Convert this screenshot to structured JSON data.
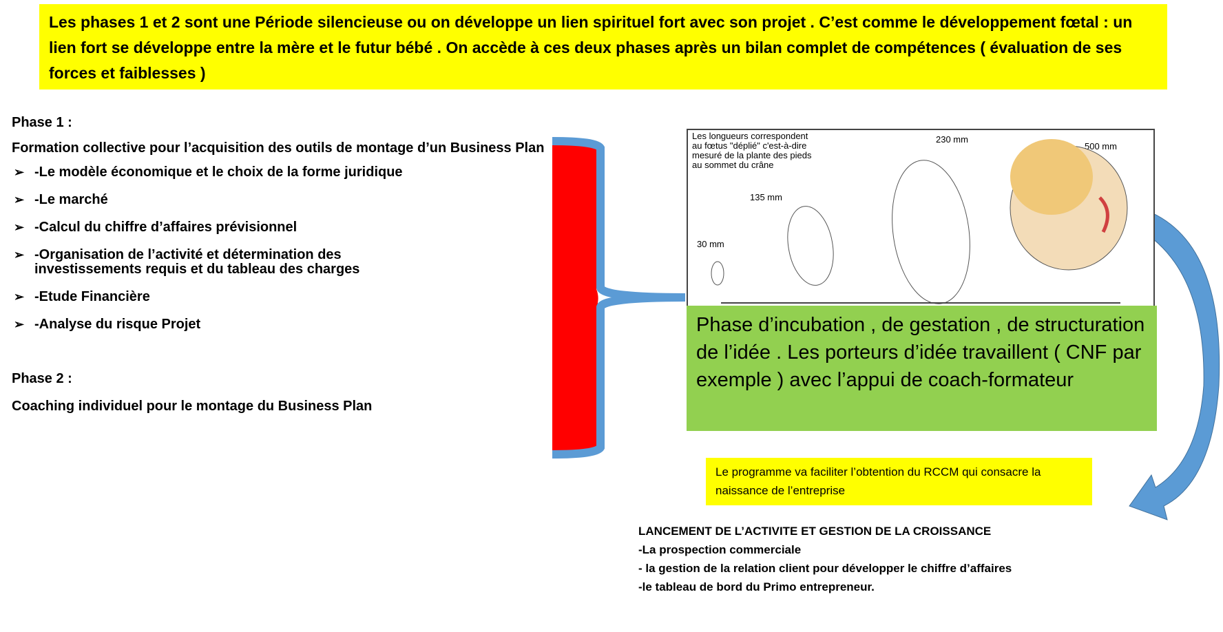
{
  "intro": "Les phases 1 et 2  sont une Période silencieuse ou on développe un lien spirituel fort avec son projet . C’est comme le développement fœtal : un lien fort se développe entre la mère et le futur bébé . On accède à ces deux phases après un bilan complet de compétences ( évaluation de ses forces et faiblesses )",
  "phase1": {
    "title": "Phase 1 :",
    "subtitle": "Formation collective  pour l’acquisition des outils de montage d’un Business Plan",
    "items": [
      "-Le modèle économique et le choix de la forme juridique",
      "-Le marché",
      "-Calcul du chiffre d’affaires prévisionnel",
      "-Organisation de l’activité  et détermination des investissements requis et du tableau des charges",
      "-Etude Financière",
      "-Analyse du risque Projet"
    ]
  },
  "phase2": {
    "title": "Phase 2 :",
    "subtitle": "Coaching  individuel pour le montage du Business Plan"
  },
  "fetus_image": {
    "caption_lines": [
      "Les longueurs correspondent",
      "au fœtus \"déplié\" c'est-à-dire",
      "mesuré de la plante des pieds",
      "au sommet du crâne"
    ],
    "sizes": [
      "30 mm",
      "135 mm",
      "230 mm",
      "500 mm"
    ]
  },
  "incubation": "Phase d’incubation , de gestation , de structuration de l’idée . Les porteurs d’idée travaillent ( CNF par exemple ) avec l’appui de coach-formateur",
  "rccm_note": "Le programme va faciliter l’obtention du RCCM qui consacre la naissance de l’entreprise",
  "launch": {
    "title": "LANCEMENT DE L’ACTIVITE  ET GESTION DE LA CROISSANCE",
    "items": [
      " -La prospection commerciale",
      "- la gestion de la relation client pour développer le chiffre d’affaires",
      "-le tableau de bord du Primo entrepreneur."
    ]
  },
  "colors": {
    "yellow": "#ffff00",
    "green": "#92d050",
    "red": "#ff0000",
    "blue": "#5b9bd5"
  }
}
